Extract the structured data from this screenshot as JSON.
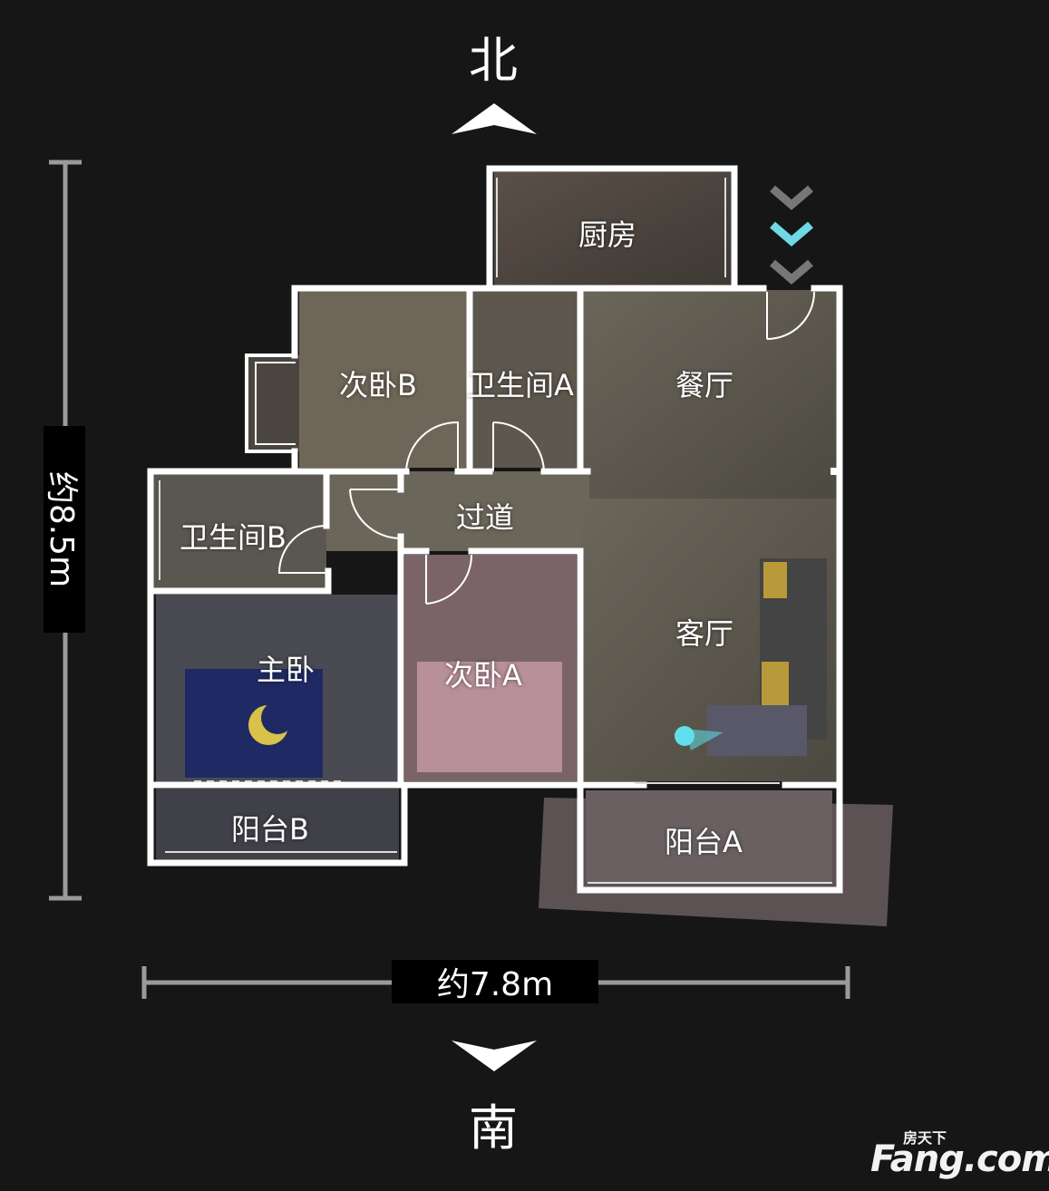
{
  "compass": {
    "north": "北",
    "south": "南"
  },
  "dimensions": {
    "depth": "约8.5m",
    "width": "约7.8m"
  },
  "rooms": {
    "kitchen": "厨房",
    "bedroom_b": "次卧B",
    "bathroom_a": "卫生间A",
    "dining": "餐厅",
    "hallway": "过道",
    "bathroom_b": "卫生间B",
    "master_bedroom": "主卧",
    "bedroom_a": "次卧A",
    "living_room": "客厅",
    "balcony_b": "阳台B",
    "balcony_a": "阳台A"
  },
  "logo": {
    "main": "Fang.com",
    "sub": "房天下"
  },
  "colors": {
    "background": "#161616",
    "walls": "#ffffff",
    "accent": "#5fe0ea",
    "floor": "#5b574c"
  }
}
